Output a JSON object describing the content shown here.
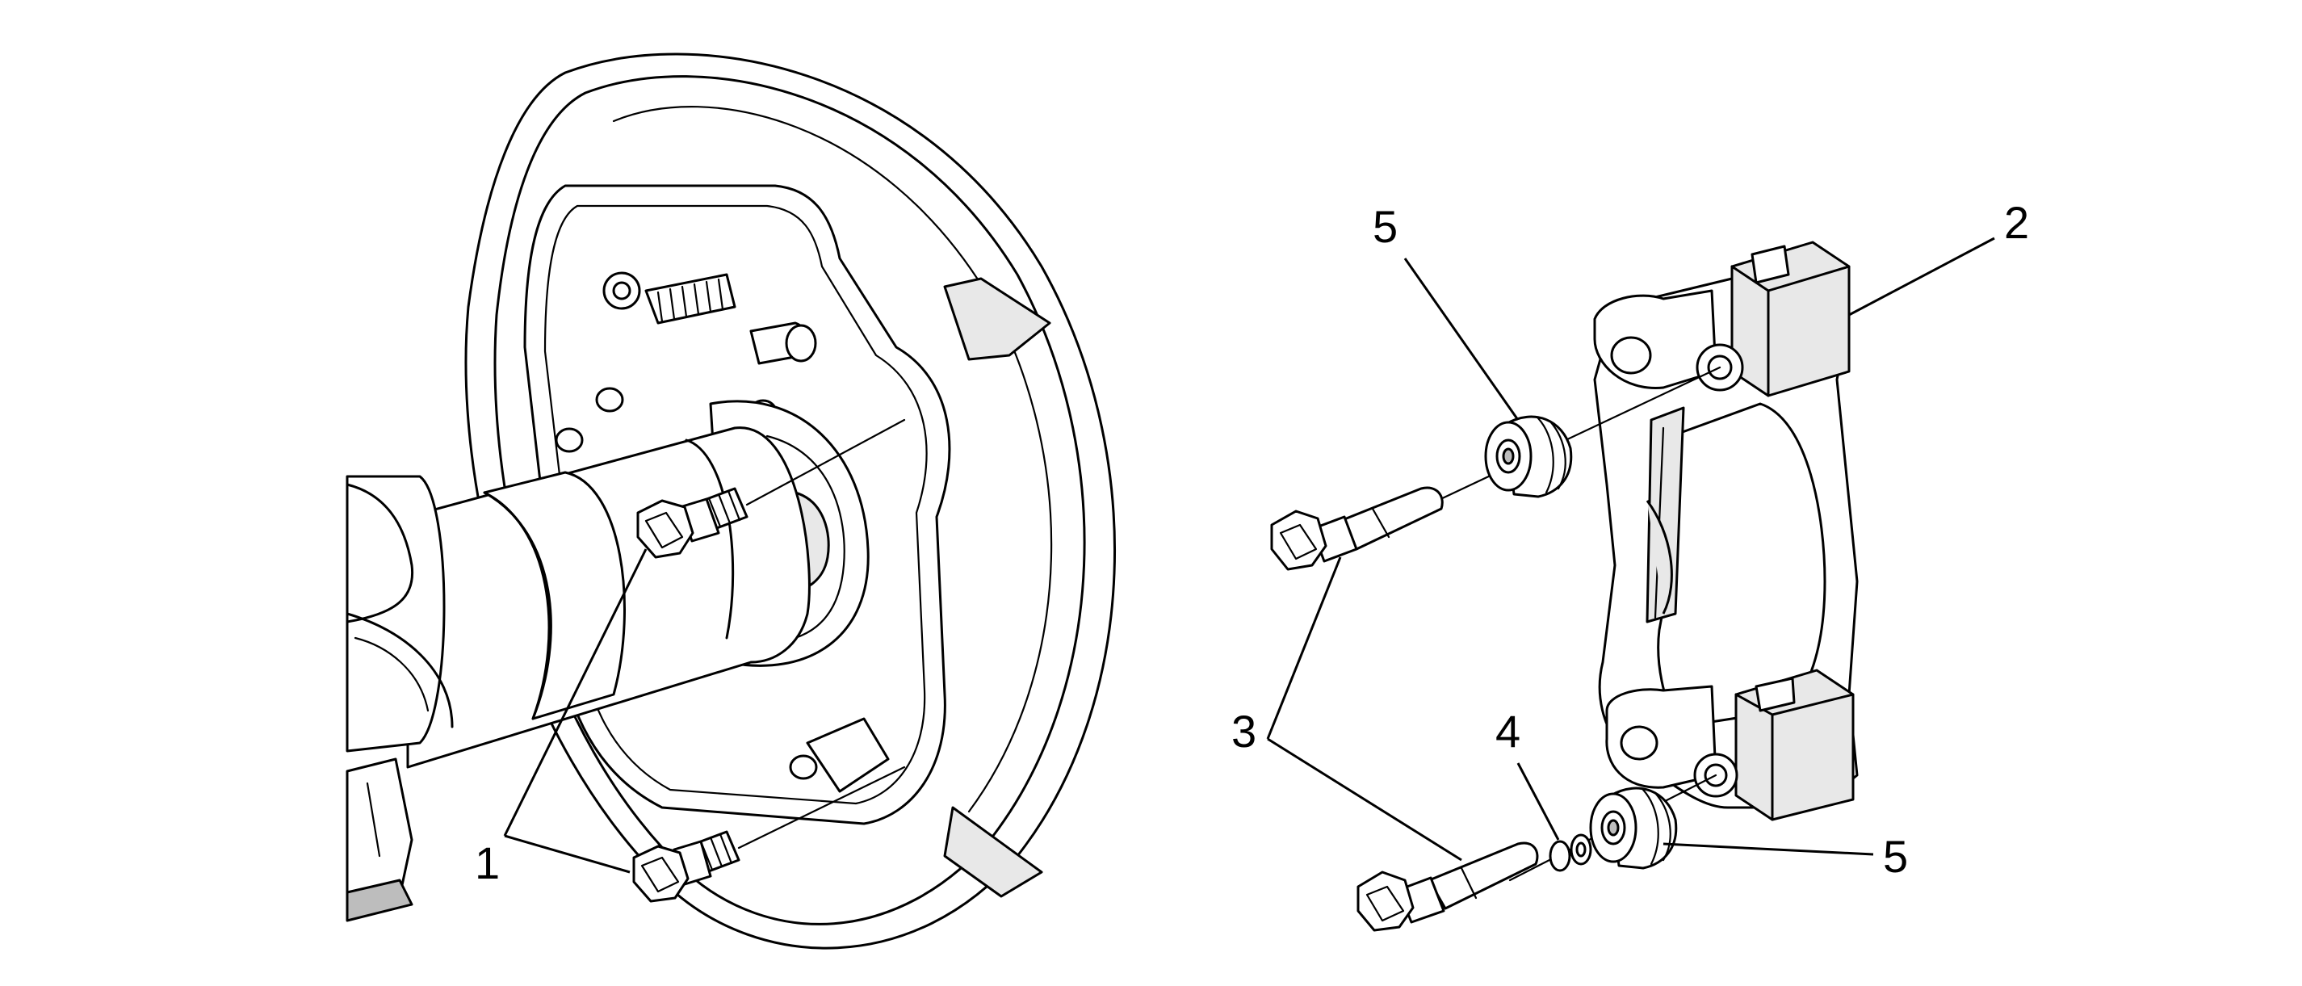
{
  "callouts": {
    "c1": "1",
    "c2": "2",
    "c3": "3",
    "c4": "4",
    "c5a": "5",
    "c5b": "5"
  }
}
